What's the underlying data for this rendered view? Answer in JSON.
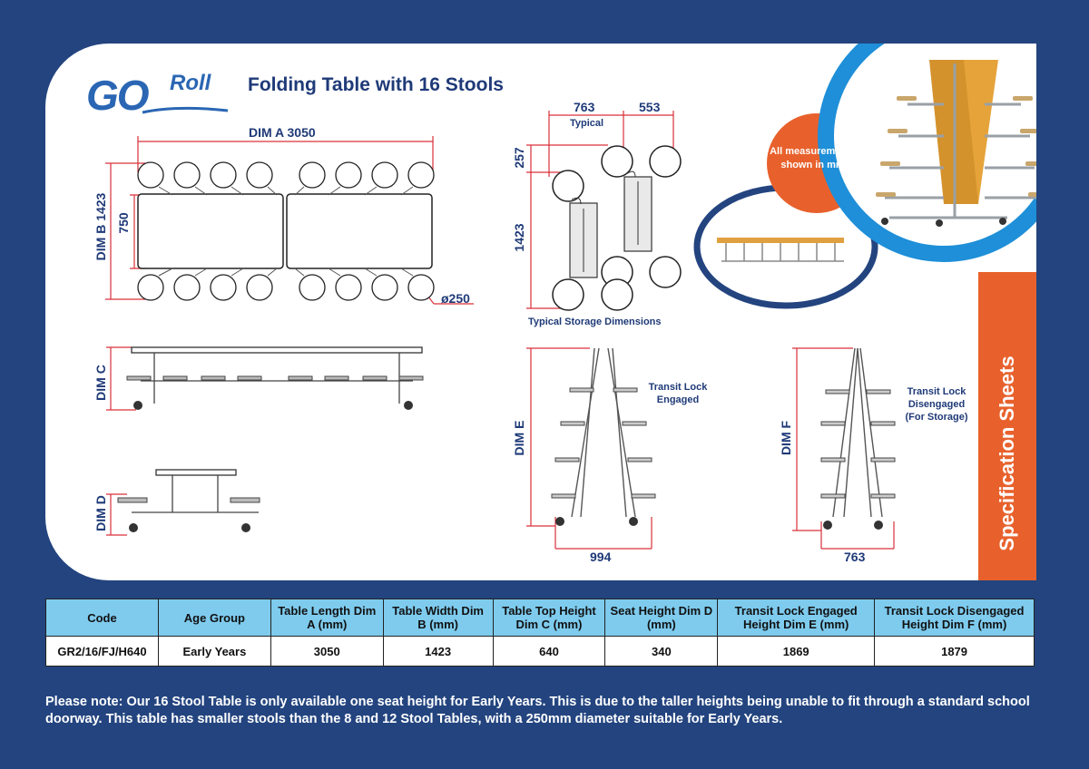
{
  "logo": {
    "go": "GO",
    "roll": "Roll"
  },
  "title": "Folding Table with 16 Stools",
  "top_view": {
    "dim_a": "DIM A 3050",
    "dim_b": "DIM B 1423",
    "width_750": "750",
    "stool_dia": "ø250"
  },
  "storage_view": {
    "w1": "763",
    "w2": "553",
    "typical": "Typical",
    "h1": "257",
    "h2": "1423",
    "caption": "Typical Storage Dimensions"
  },
  "side_labels": {
    "dim_c": "DIM C",
    "dim_d": "DIM D",
    "dim_e": "DIM E",
    "dim_f": "DIM F"
  },
  "transit_engaged": {
    "label": "Transit Lock Engaged",
    "width": "994"
  },
  "transit_disengaged": {
    "label": "Transit Lock Disengaged (For Storage)",
    "width": "763"
  },
  "measurement_badge": "All measurements shown in mm",
  "sidebar": "Specification Sheets",
  "table": {
    "headers": [
      "Code",
      "Age Group",
      "Table Length Dim A (mm)",
      "Table Width Dim B (mm)",
      "Table Top Height Dim C (mm)",
      "Seat Height Dim D (mm)",
      "Transit Lock Engaged Height Dim E (mm)",
      "Transit Lock Disengaged Height Dim F (mm)"
    ],
    "rows": [
      [
        "GR2/16/FJ/H640",
        "Early Years",
        "3050",
        "1423",
        "640",
        "340",
        "1869",
        "1879"
      ]
    ]
  },
  "note": "Please note: Our 16 Stool Table is only available one seat height for Early Years. This is due to the taller  heights being unable to fit through a standard school doorway. This table has smaller stools than the 8 and 12 Stool Tables, with a 250mm diameter suitable for Early Years.",
  "colors": {
    "navy": "#23447f",
    "accent_orange": "#e8612c",
    "table_header": "#7ecbee",
    "dimension_red": "#d9303a",
    "ring_blue": "#1e8fd8"
  }
}
